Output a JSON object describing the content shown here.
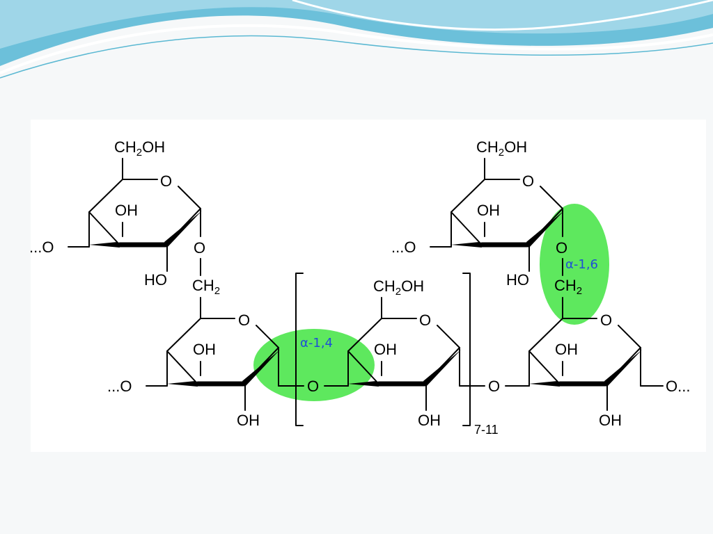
{
  "slide": {
    "header_colors": [
      "#7cc7dd",
      "#a9dbea",
      "#4db3cf",
      "#ffffff"
    ]
  },
  "diagram": {
    "labels": {
      "ch2oh": "CH",
      "ch2oh_sub": "2",
      "ch2oh_tail": "OH",
      "ring_o": "O",
      "oh": "OH",
      "ho": "HO",
      "link_o": "O",
      "ch2": "CH",
      "ch2_sub": "2",
      "chain_left": "...O",
      "chain_right": "O...",
      "repeat": "7-11"
    },
    "highlights": [
      {
        "label": "α-1,4",
        "color": "#5ee85e"
      },
      {
        "label": "α-1,6",
        "color": "#5ee85e"
      }
    ]
  }
}
